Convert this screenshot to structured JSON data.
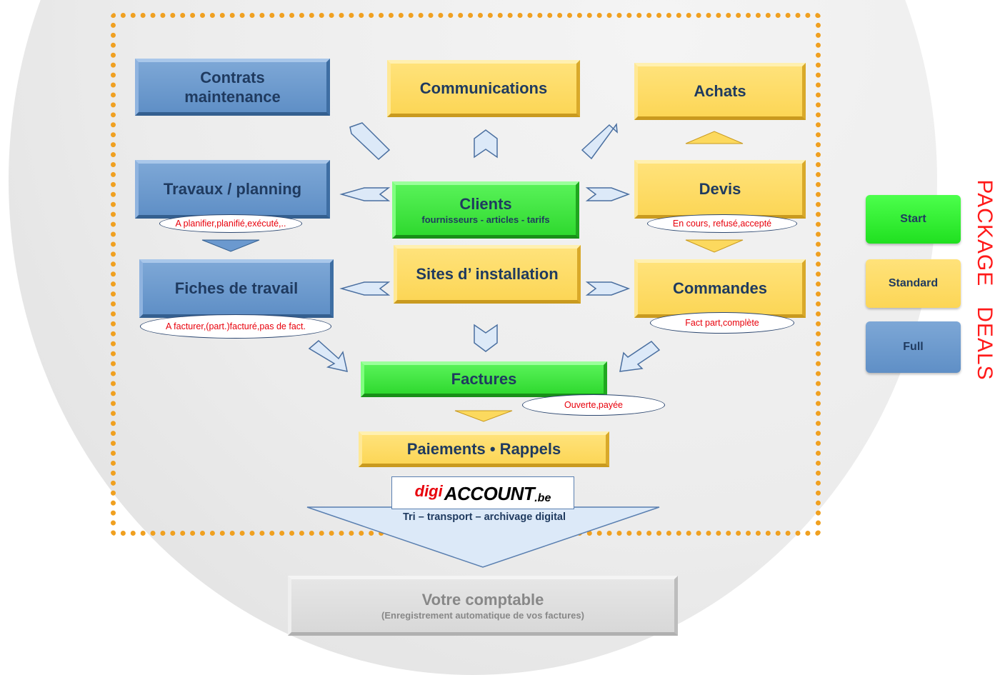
{
  "boxes": {
    "contrats": "Contrats\nmaintenance",
    "communications": "Communications",
    "achats": "Achats",
    "travaux": "Travaux / planning",
    "clients_title": "Clients",
    "clients_sub": "fournisseurs - articles - tarifs",
    "devis": "Devis",
    "fiches": "Fiches de travail",
    "sites": "Sites d’ installation",
    "commandes": "Commandes",
    "factures": "Factures",
    "paiements": "Paiements  •  Rappels",
    "comptable_title": "Votre comptable",
    "comptable_sub": "(Enregistrement automatique de vos factures)"
  },
  "status_labels": {
    "travaux": "A planifier,planifié,exécuté,..",
    "devis": "En cours, refusé,accepté",
    "fiches": "A facturer,(part.)facturé,pas de fact.",
    "commandes": "Fact part,complète",
    "factures": "Ouverte,payée"
  },
  "digiaccount": {
    "logo_digi": "digi",
    "logo_account": "ACCOUNT",
    "logo_be": ".be",
    "caption": "Tri – transport – archivage digital"
  },
  "legend": {
    "start": "Start",
    "standard": "Standard",
    "full": "Full",
    "title_word1": "PACKAGE",
    "title_word2": "DEALS"
  },
  "colors": {
    "blue": "#6b99cf",
    "yellow": "#fcd95e",
    "green": "#3de23d",
    "grey": "#dcdcdc",
    "frame": "#f0a020",
    "status_text": "#e8000b",
    "title_red": "#ff1a1a"
  }
}
